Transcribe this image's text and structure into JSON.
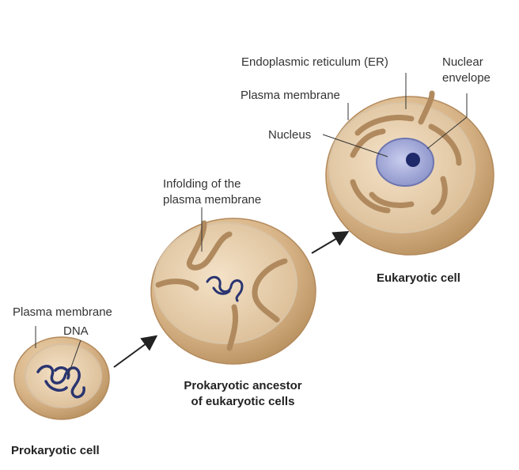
{
  "colors": {
    "cell_outer": "#d9b68a",
    "cell_rim": "#c9a070",
    "cell_interior": "#c9a67e",
    "cell_face": "#f1dcc0",
    "cell_shadow": "#b08a5e",
    "dna": "#2a3570",
    "nucleus": "#9ea6d6",
    "nucleolus": "#1f2a6b",
    "leader_line": "#333333"
  },
  "labels": {
    "prok_plasma": "Plasma membrane",
    "prok_dna": "DNA",
    "ancestor_infolding": [
      "Infolding of the",
      "plasma membrane"
    ],
    "euk_er": "Endoplasmic reticulum (ER)",
    "euk_nuclear_envelope": [
      "Nuclear",
      "envelope"
    ],
    "euk_plasma": "Plasma membrane",
    "euk_nucleus": "Nucleus"
  },
  "captions": {
    "prokaryotic": "Prokaryotic cell",
    "ancestor": [
      "Prokaryotic ancestor",
      "of eukaryotic cells"
    ],
    "eukaryotic": "Eukaryotic cell"
  }
}
